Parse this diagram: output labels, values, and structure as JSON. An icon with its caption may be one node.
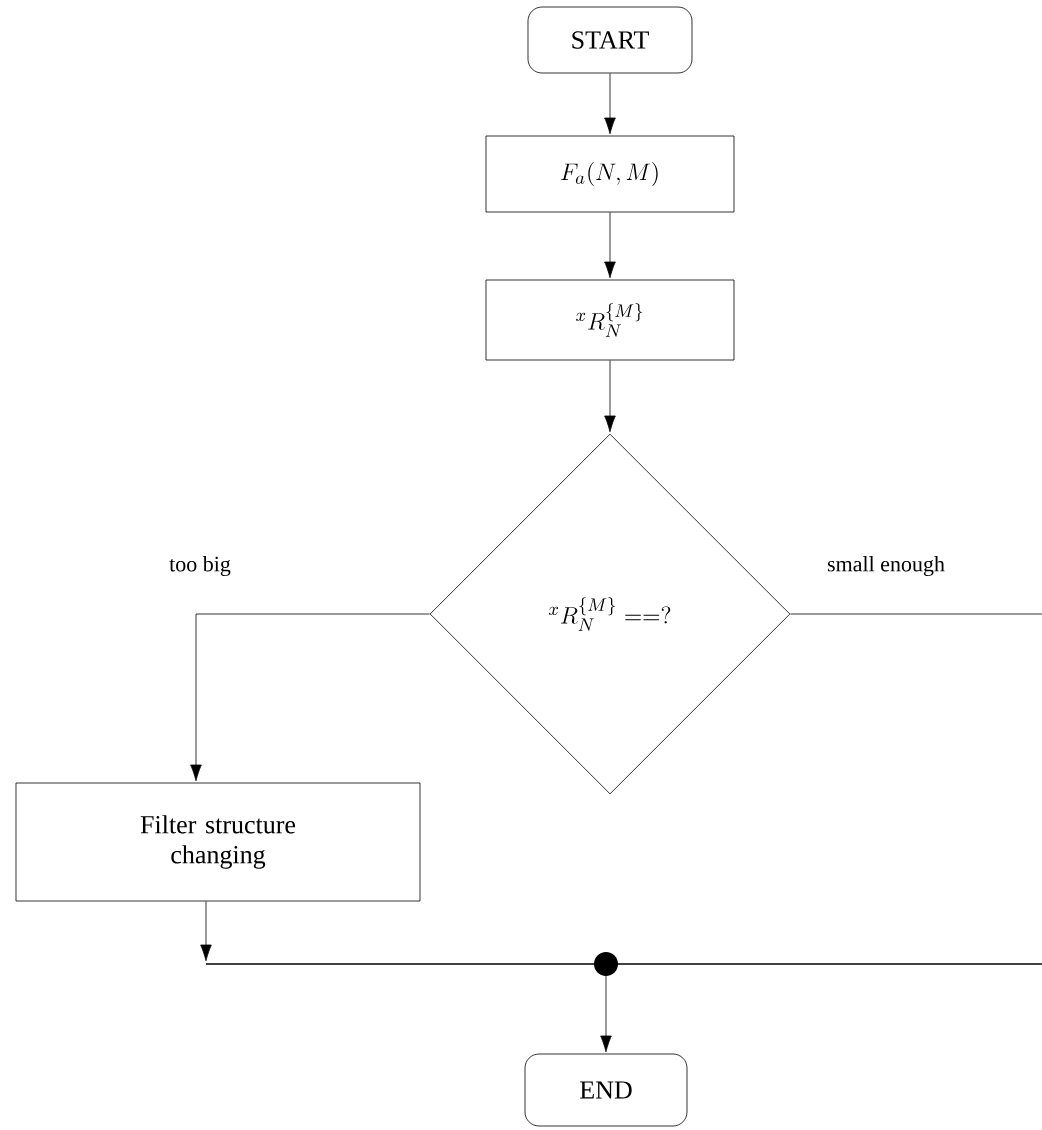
{
  "diagram": {
    "nodes": [
      {
        "text": [
          "START"
        ]
      },
      {
        "text": [
          "F_a(N, M)"
        ]
      },
      {
        "text": [
          "{}^{x}R_N^{\\{M\\}}"
        ]
      },
      {
        "text": [
          "{}^{x}R_N^{\\{M\\}}==?"
        ]
      },
      {
        "text": [
          "Filter structure changing"
        ]
      },
      {
        "text": [],
        "shape": "bar"
      },
      {
        "text": [
          "END"
        ]
      }
    ],
    "edges": [
      {
        "from": 0,
        "to": 1,
        "arrow": "to"
      },
      {
        "from": 1,
        "to": 2,
        "arrow": "to"
      },
      {
        "from": 2,
        "to": 3,
        "arrow": "to"
      },
      {
        "from": 3,
        "to": 4,
        "arrow": "to",
        "label": "too big"
      },
      {
        "from": 3,
        "to": 5,
        "arrow": "none",
        "label": "small enough"
      },
      {
        "from": 4,
        "to": 5,
        "arrow": "to"
      },
      {
        "from": 5,
        "to": 6,
        "arrow": "to"
      }
    ]
  }
}
